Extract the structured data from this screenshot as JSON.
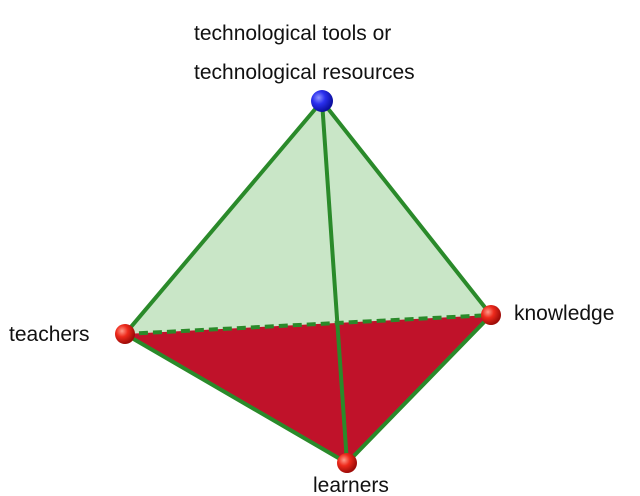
{
  "diagram": {
    "apex_label_line1": "technological tools or",
    "apex_label_line2": "technological resources",
    "left_label": "teachers",
    "right_label": "knowledge",
    "bottom_label": "learners"
  },
  "colors": {
    "background": "#ffffff",
    "upper_face_fill": "#c9e6c7",
    "lower_face_fill": "#c0122a",
    "edge": "#2a8a2a",
    "apex_vertex": "#1f24e6",
    "base_vertex": "#e41b1b",
    "text": "#111111"
  }
}
